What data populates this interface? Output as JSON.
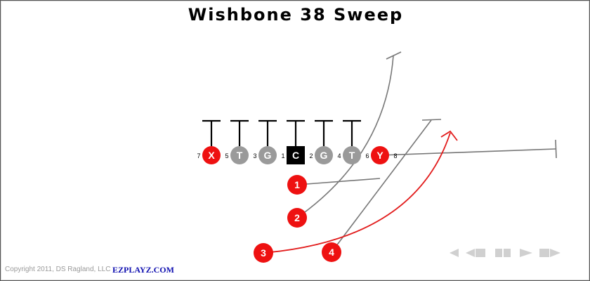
{
  "title": "Wishbone 38 Sweep",
  "colors": {
    "skill_player": "#ee1111",
    "lineman": "#9a9a9a",
    "center": "#000000",
    "route_line": "#777777",
    "sweep_route": "#e21b1b",
    "control_buttons": "#d0d0d0",
    "brand": "#1010b0"
  },
  "line": [
    {
      "label": "X",
      "kind": "skill"
    },
    {
      "label": "T",
      "kind": "lineman"
    },
    {
      "label": "G",
      "kind": "lineman"
    },
    {
      "label": "C",
      "kind": "center"
    },
    {
      "label": "G",
      "kind": "lineman"
    },
    {
      "label": "T",
      "kind": "lineman"
    },
    {
      "label": "Y",
      "kind": "skill"
    }
  ],
  "holes": [
    "7",
    "5",
    "3",
    "1",
    "2",
    "4",
    "6",
    "8"
  ],
  "backs": [
    "1",
    "2",
    "3",
    "4"
  ],
  "footer": {
    "copyright": "Copyright 2011, DS Ragland, LLC",
    "brand": "EZPLAYZ.COM"
  },
  "controls": [
    "rewind-icon",
    "step-back-icon",
    "pause-icon",
    "play-icon",
    "step-forward-icon"
  ]
}
